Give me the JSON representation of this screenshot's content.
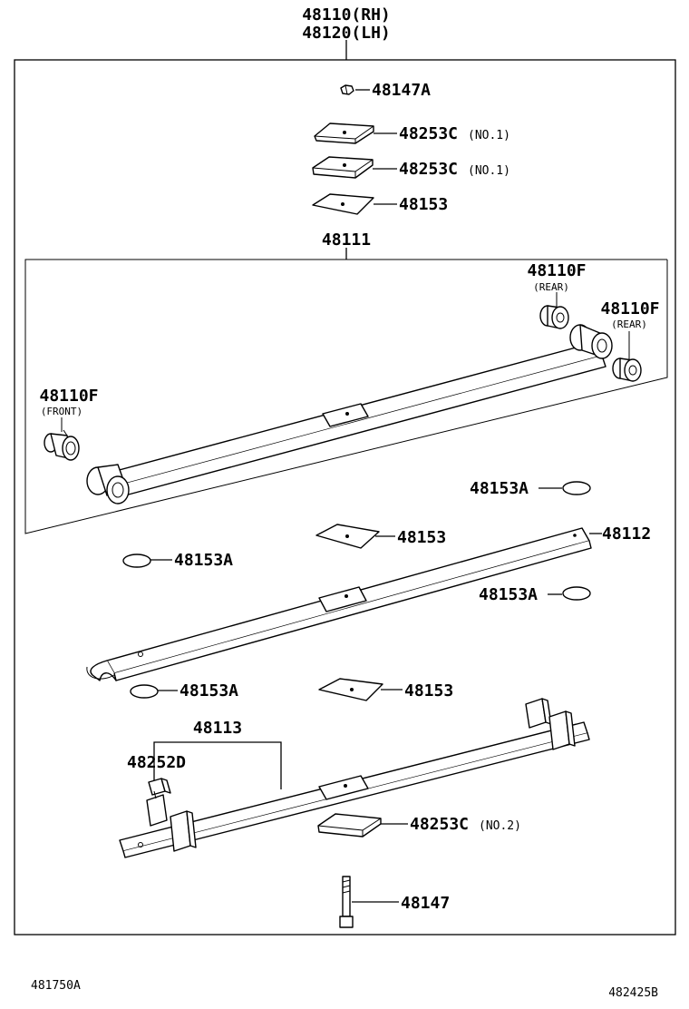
{
  "assembly": {
    "rh": "48110(RH)",
    "lh": "48120(LH)"
  },
  "parts": {
    "nut": "48147A",
    "spacer_top1": "48253C",
    "spacer_top1_note": "(NO.1)",
    "spacer_top2": "48253C",
    "spacer_top2_note": "(NO.1)",
    "pad_top": "48153",
    "main_leaf": "48111",
    "bushing_rear1": "48110F",
    "bushing_rear1_note": "(REAR)",
    "bushing_rear2": "48110F",
    "bushing_rear2_note": "(REAR)",
    "bushing_front": "48110F",
    "bushing_front_note": "(FRONT)",
    "button_a1": "48153A",
    "pad_mid": "48153",
    "leaf2": "48112",
    "button_a2": "48153A",
    "button_a3": "48153A",
    "button_a4": "48153A",
    "pad_low": "48153",
    "leaf3": "48113",
    "clip": "48252D",
    "spacer_bottom": "48253C",
    "spacer_bottom_note": "(NO.2)",
    "center_bolt": "48147"
  },
  "footer": {
    "left_code": "481750A",
    "right_code": "482425B"
  }
}
